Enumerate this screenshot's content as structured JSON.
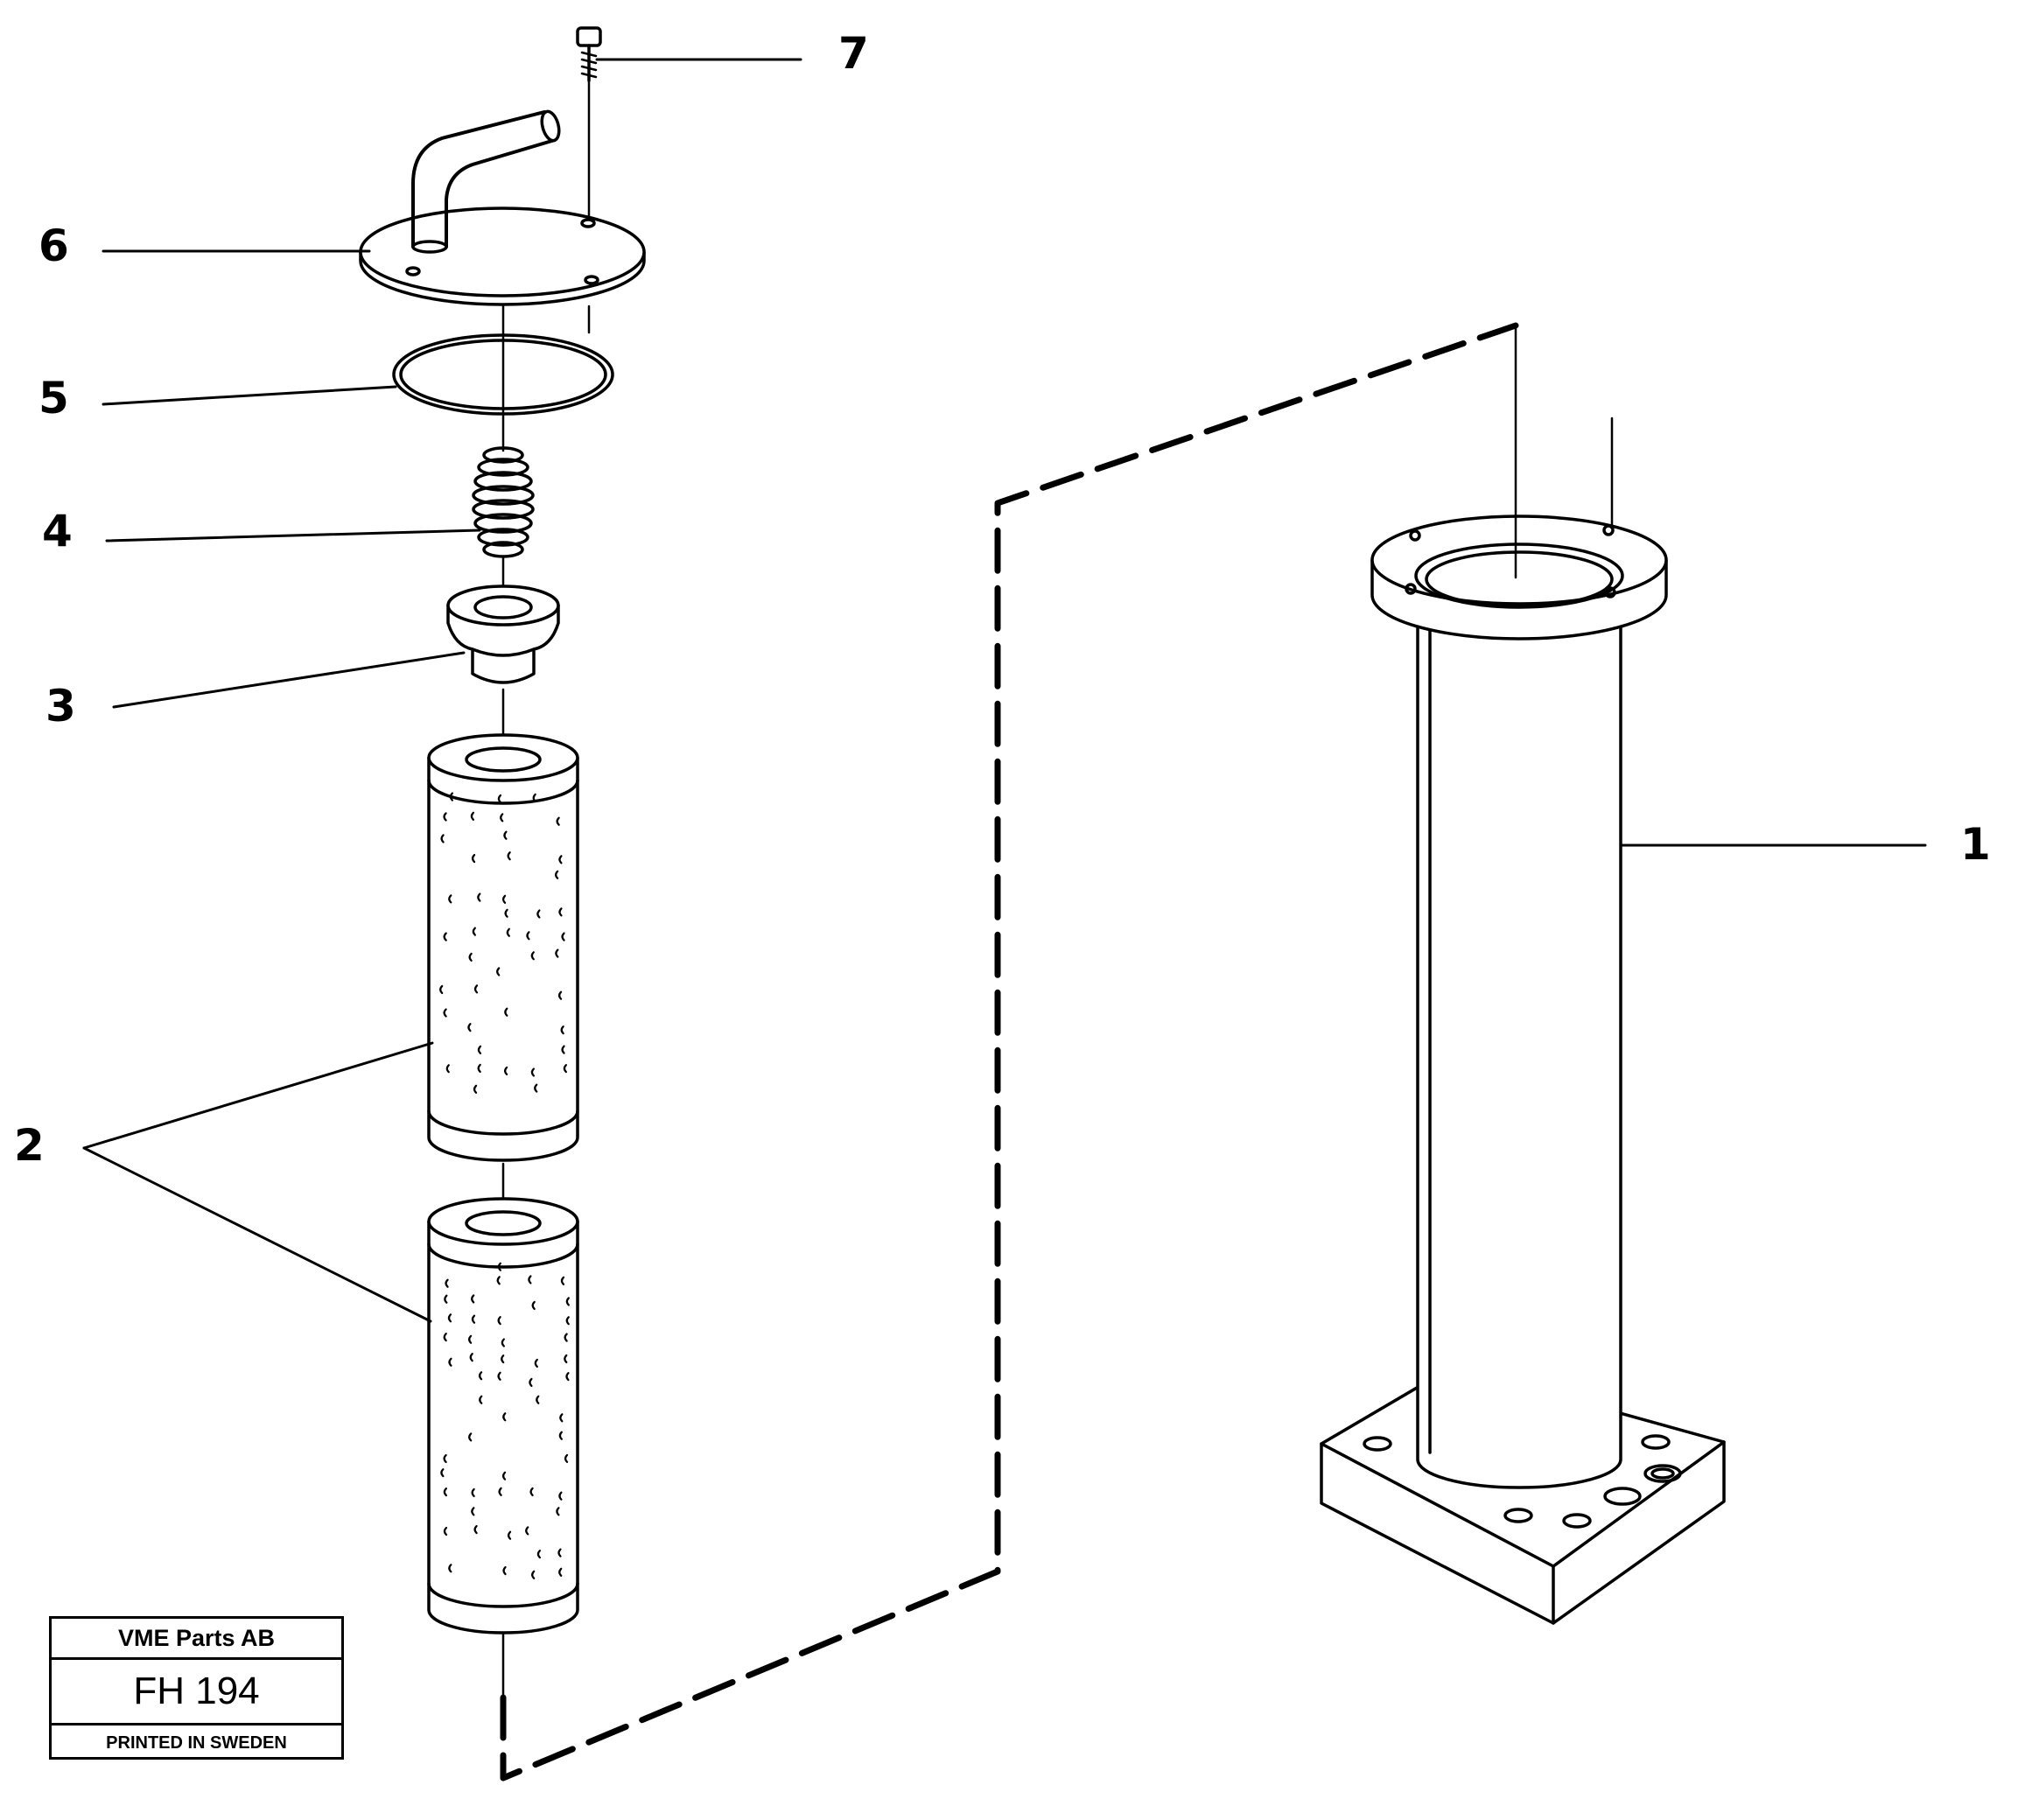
{
  "callouts": [
    {
      "id": "1",
      "label": "1",
      "part": "filter-housing"
    },
    {
      "id": "2",
      "label": "2",
      "part": "filter-cartridge"
    },
    {
      "id": "3",
      "label": "3",
      "part": "cartridge-seat"
    },
    {
      "id": "4",
      "label": "4",
      "part": "spring"
    },
    {
      "id": "5",
      "label": "5",
      "part": "o-ring"
    },
    {
      "id": "6",
      "label": "6",
      "part": "cover-with-pipe"
    },
    {
      "id": "7",
      "label": "7",
      "part": "screw"
    }
  ],
  "title_block": {
    "company": "VME Parts AB",
    "code": "FH 194",
    "printed": "PRINTED IN SWEDEN"
  },
  "colors": {
    "ink": "#000000",
    "paper": "#ffffff"
  }
}
